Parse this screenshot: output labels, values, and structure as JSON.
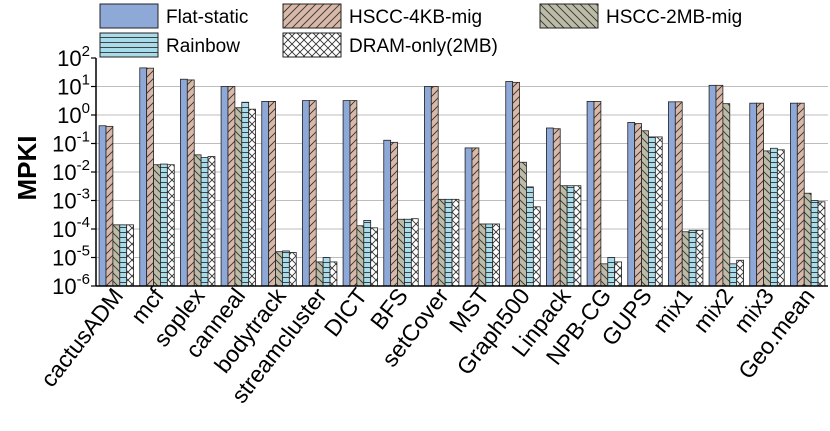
{
  "chart_data": {
    "type": "bar",
    "ylabel": "MPKI",
    "yscale": "log",
    "ylim": [
      1e-06,
      100
    ],
    "yticks": [
      {
        "base": "10",
        "exp": "2"
      },
      {
        "base": "10",
        "exp": "1"
      },
      {
        "base": "10",
        "exp": "0"
      },
      {
        "base": "10",
        "exp": "-1"
      },
      {
        "base": "10",
        "exp": "-2"
      },
      {
        "base": "10",
        "exp": "-3"
      },
      {
        "base": "10",
        "exp": "-4"
      },
      {
        "base": "10",
        "exp": "-5"
      },
      {
        "base": "10",
        "exp": "-6"
      }
    ],
    "grid": "horizontal",
    "legend_position": "top",
    "categories": [
      "cactusADM",
      "mcf",
      "soplex",
      "canneal",
      "bodytrack",
      "streamcluster",
      "DICT",
      "BFS",
      "setCover",
      "MST",
      "Graph500",
      "Linpack",
      "NPB-CG",
      "GUPS",
      "mix1",
      "mix2",
      "mix3",
      "Geo.mean"
    ],
    "series": [
      {
        "name": "Flat-static",
        "color": "#8EA8D8",
        "pattern": "solid",
        "values": [
          0.42,
          45,
          18,
          10,
          3.0,
          3.2,
          3.2,
          0.13,
          10,
          0.07,
          15,
          0.35,
          3.0,
          0.55,
          2.9,
          11,
          2.6,
          2.6
        ]
      },
      {
        "name": "HSCC-4KB-mig",
        "color": "#D9B8A8",
        "pattern": "diagonal-up",
        "values": [
          0.4,
          44,
          17,
          10,
          3.0,
          3.2,
          3.2,
          0.11,
          10,
          0.07,
          14,
          0.33,
          3.0,
          0.5,
          2.9,
          11,
          2.6,
          2.6
        ]
      },
      {
        "name": "HSCC-2MB-mig",
        "color": "#BBBBA8",
        "pattern": "diagonal-down",
        "values": [
          0.00014,
          0.018,
          0.04,
          1.8,
          1.6e-05,
          7e-06,
          0.00013,
          0.00022,
          0.0011,
          0.00015,
          0.022,
          0.0033,
          6e-06,
          0.28,
          8e-05,
          2.5,
          0.055,
          0.0018
        ]
      },
      {
        "name": "Rainbow",
        "color": "#A8DCEB",
        "pattern": "horizontal",
        "values": [
          0.00014,
          0.019,
          0.032,
          2.8,
          1.7e-05,
          1e-05,
          0.0002,
          0.00022,
          0.0011,
          0.00015,
          0.003,
          0.0033,
          1e-05,
          0.17,
          9e-05,
          6e-06,
          0.068,
          0.001
        ]
      },
      {
        "name": "DRAM-only(2MB)",
        "color": "#FFFFFF",
        "pattern": "crosshatch",
        "values": [
          0.00014,
          0.018,
          0.035,
          1.6,
          1.5e-05,
          7e-06,
          0.00011,
          0.00023,
          0.0011,
          0.00015,
          0.0006,
          0.0033,
          7e-06,
          0.17,
          9e-05,
          8e-06,
          0.06,
          0.0009
        ]
      }
    ]
  }
}
